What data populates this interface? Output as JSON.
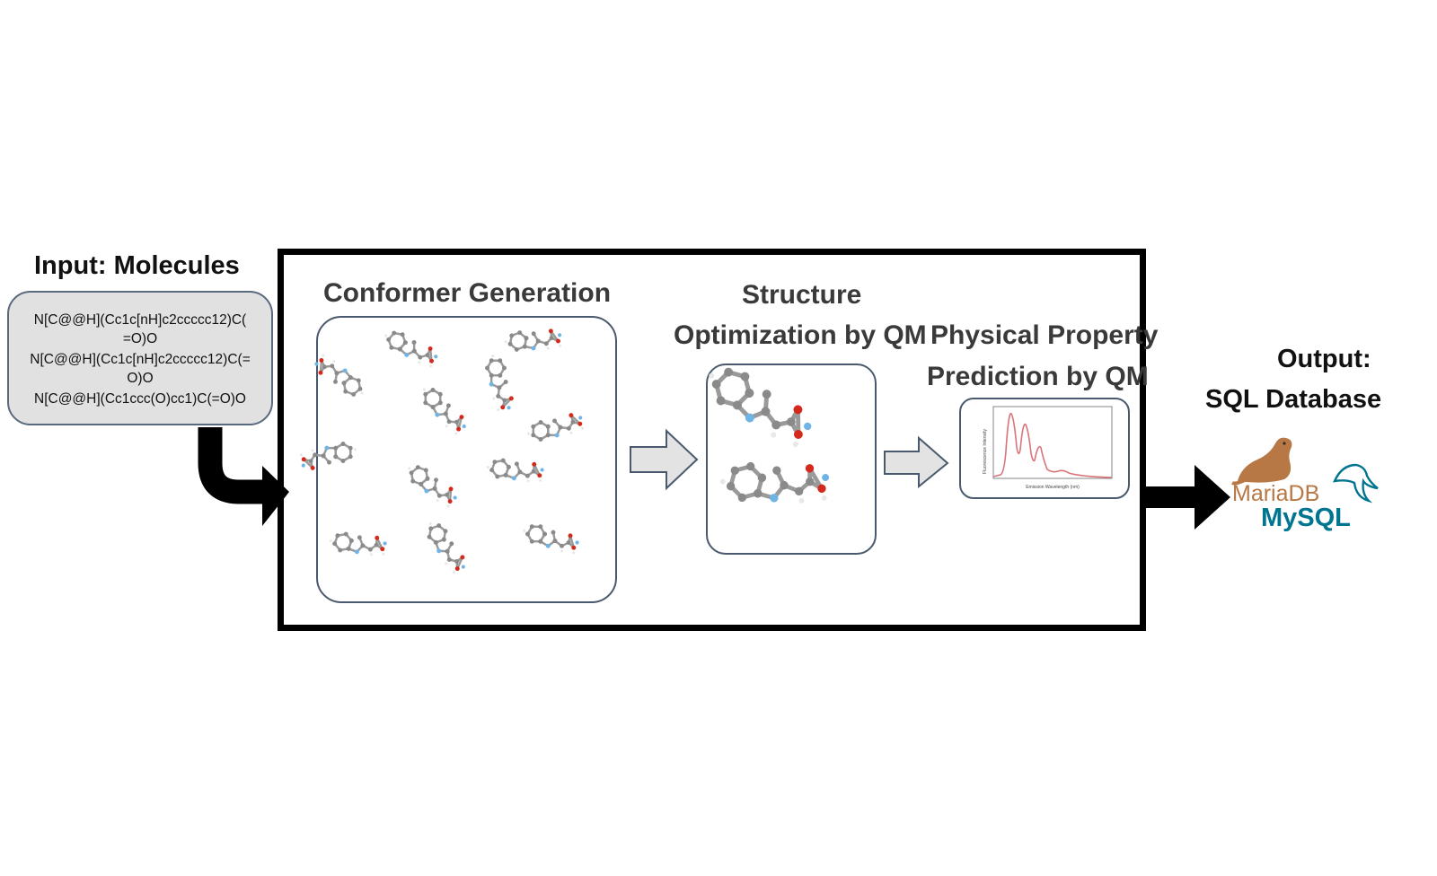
{
  "input": {
    "title": "Input: Molecules",
    "smiles_lines": [
      "N[C@@H](Cc1c[nH]c2ccccc12)C(",
      "=O)O",
      "N[C@@H](Cc1c[nH]c2ccccc12)C(=",
      "O)O",
      "N[C@@H](Cc1ccc(O)cc1)C(=O)O"
    ]
  },
  "stages": {
    "conformer": {
      "title": "Conformer Generation"
    },
    "structure": {
      "title_line1": "Structure",
      "title_line2": "Optimization by QM"
    },
    "property": {
      "title_line1": "Physical Property",
      "title_line2": "Prediction by QM"
    }
  },
  "output": {
    "title_line1": "Output:",
    "title_line2": "SQL Database",
    "logos": {
      "mariadb": "MariaDB",
      "mysql": "MySQL"
    }
  },
  "icons": {
    "mariadb": "sea-lion-icon",
    "mysql": "dolphin-icon",
    "molecules": "ball-and-stick-molecule-icon",
    "spectrum": "emission-spectrum-plot-icon"
  },
  "spectrum_labels": {
    "ylabel": "Fluorescence Intensity",
    "xlabel": "Emission Wavelength (nm)"
  },
  "colors": {
    "input_box_fill": "#e1e1e1",
    "box_border": "#4a5a6e",
    "arrow_fill": "#e3e3e3",
    "atom_carbon": "#8a8a8a",
    "atom_oxygen": "#d42a1e",
    "atom_nitrogen": "#6fb4e6",
    "spectrum_line": "#d9747a",
    "mariadb_brown": "#b77845",
    "mysql_blue": "#00758f",
    "mysql_orange": "#f29111"
  }
}
